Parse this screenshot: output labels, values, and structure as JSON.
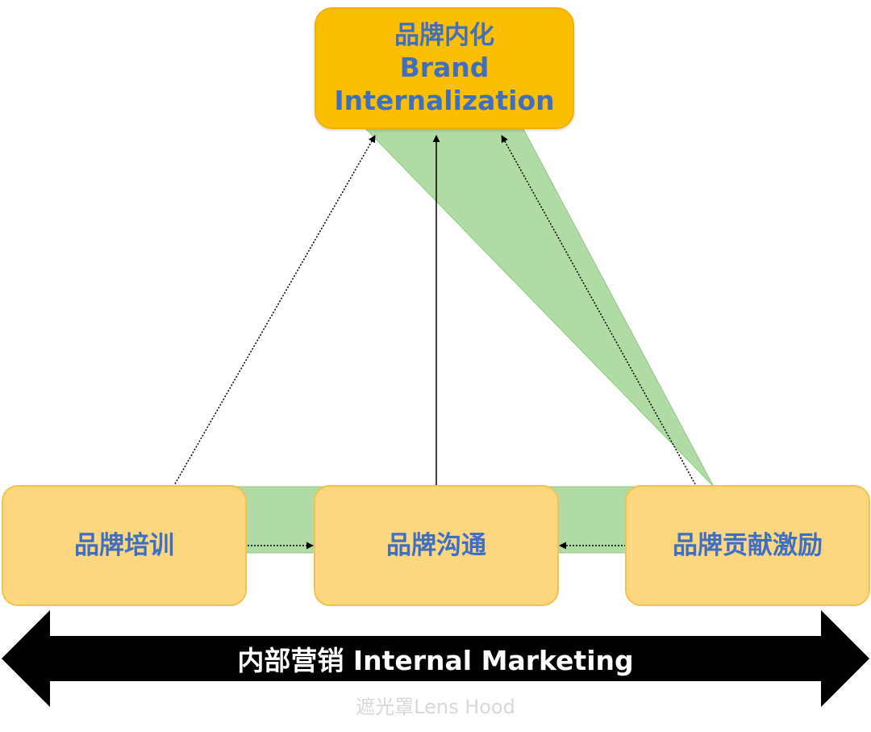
{
  "top_node": {
    "label_cn": "品牌内化",
    "label_en_line1": "Brand",
    "label_en_line2": "Internalization"
  },
  "bottom_nodes": [
    {
      "label": "品牌培训"
    },
    {
      "label": "品牌沟通"
    },
    {
      "label": "品牌贡献激励"
    }
  ],
  "banner": {
    "label": "内部营销 Internal Marketing"
  },
  "watermark": {
    "text": "遮光罩Lens Hood"
  },
  "colors": {
    "triangle_fill": "#b1dba4",
    "triangle_stroke": "#8fc983",
    "top_box_fill": "#fbbe00",
    "bottom_box_fill": "#fdd680",
    "node_text": "#3f6fc1",
    "banner_fill": "#000000",
    "banner_text": "#ffffff"
  }
}
